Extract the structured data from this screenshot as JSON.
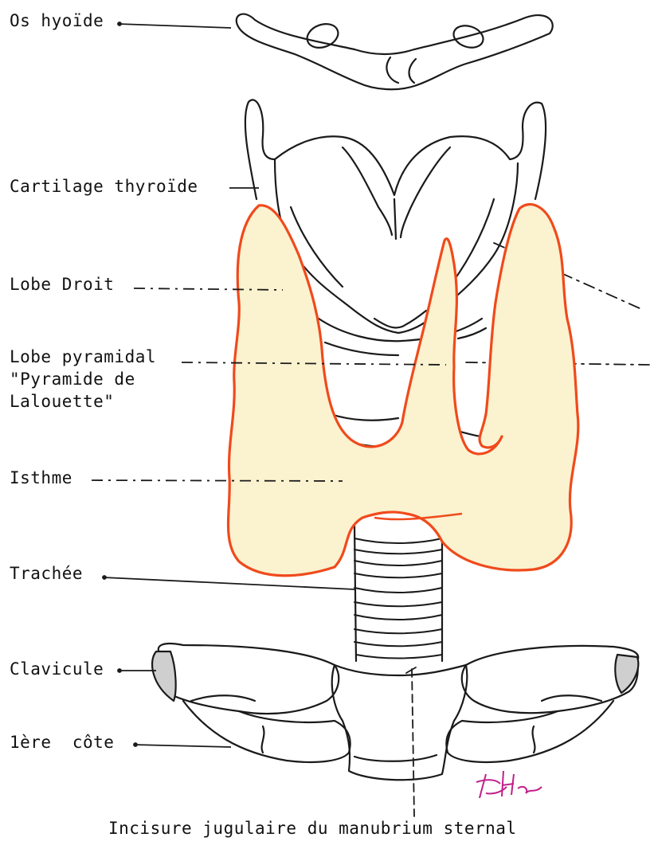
{
  "labels": {
    "os_hyoide": "Os hyoïde",
    "cartilage_thyroide": "Cartilage thyroïde",
    "lobe_droit": "Lobe Droit",
    "lobe_pyramidal_line1": "Lobe pyramidal",
    "lobe_pyramidal_line2": "\"Pyramide de",
    "lobe_pyramidal_line3": "Lalouette\"",
    "isthme": "Isthme",
    "trachee": "Trachée",
    "clavicule": "Clavicule",
    "premiere_cote": "1ère  côte",
    "incisure": "Incisure jugulaire du manubrium sternal"
  },
  "signature": "BHam",
  "colors": {
    "outline": "#1a1a1a",
    "gland_outline": "#f04a1c",
    "gland_fill": "#fbf2cf",
    "signature": "#c0208a"
  }
}
